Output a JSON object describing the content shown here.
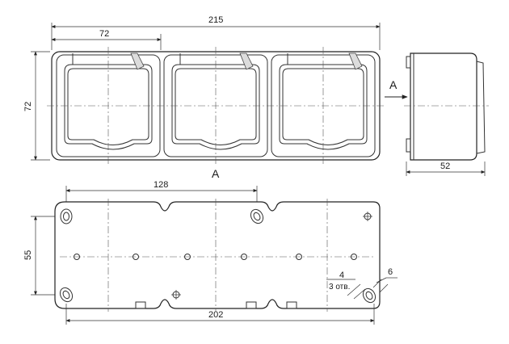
{
  "front_view": {
    "dim_total_width": "215",
    "dim_module_width": "72",
    "dim_height": "72"
  },
  "side_view": {
    "arrow_label": "A",
    "dim_depth": "52"
  },
  "rear_view": {
    "title": "A",
    "dim_hole_spacing": "128",
    "dim_vertical": "55",
    "dim_bottom_width": "202",
    "dim_hole_size": "4",
    "hole_count_note": "3 отв.",
    "dim_slot": "6"
  }
}
